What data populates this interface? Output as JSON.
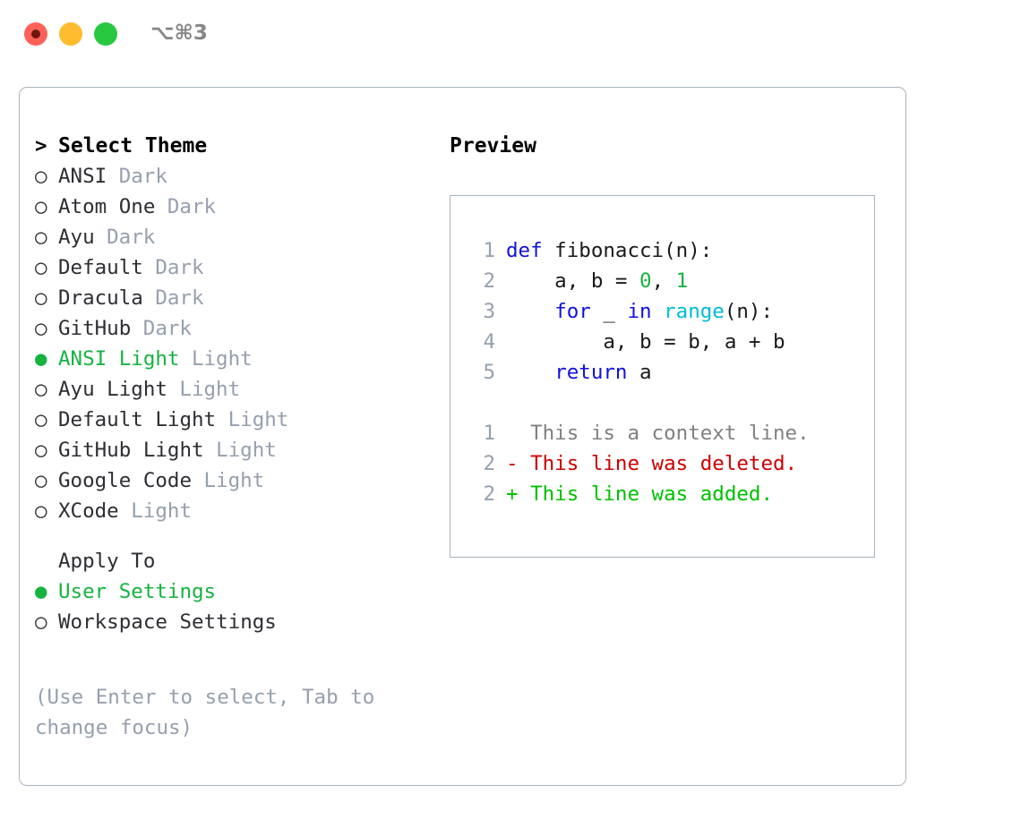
{
  "window": {
    "traffic_lights": [
      "close",
      "minimize",
      "maximize"
    ],
    "shortcut": "⌥⌘3"
  },
  "theme_selector": {
    "header_marker": ">",
    "header_label": "Select Theme",
    "markers": {
      "selected": "●",
      "unselected": "○",
      "none": " "
    },
    "items": [
      {
        "marker": "○",
        "label": "ANSI",
        "badge": "Dark",
        "selected": false
      },
      {
        "marker": "○",
        "label": "Atom One",
        "badge": "Dark",
        "selected": false
      },
      {
        "marker": "○",
        "label": "Ayu",
        "badge": "Dark",
        "selected": false
      },
      {
        "marker": "○",
        "label": "Default",
        "badge": "Dark",
        "selected": false
      },
      {
        "marker": "○",
        "label": "Dracula",
        "badge": "Dark",
        "selected": false
      },
      {
        "marker": "○",
        "label": "GitHub",
        "badge": "Dark",
        "selected": false
      },
      {
        "marker": "●",
        "label": "ANSI Light",
        "badge": "Light",
        "selected": true
      },
      {
        "marker": "○",
        "label": "Ayu Light",
        "badge": "Light",
        "selected": false
      },
      {
        "marker": "○",
        "label": "Default Light",
        "badge": "Light",
        "selected": false
      },
      {
        "marker": "○",
        "label": "GitHub Light",
        "badge": "Light",
        "selected": false
      },
      {
        "marker": "○",
        "label": "Google Code",
        "badge": "Light",
        "selected": false
      },
      {
        "marker": "○",
        "label": "XCode",
        "badge": "Light",
        "selected": false
      }
    ]
  },
  "apply_to": {
    "header_marker": " ",
    "header_label": "Apply To",
    "options": [
      {
        "marker": "●",
        "label": "User Settings",
        "selected": true
      },
      {
        "marker": "○",
        "label": "Workspace Settings",
        "selected": false
      }
    ]
  },
  "hint": "(Use Enter to select, Tab to change focus)",
  "preview": {
    "title": "Preview",
    "code_lines": [
      {
        "number": "1",
        "tokens": [
          {
            "t": "def",
            "c": "kw"
          },
          {
            "t": " fibonacci(n):",
            "c": "plain"
          }
        ]
      },
      {
        "number": "2",
        "tokens": [
          {
            "t": "    a, b = ",
            "c": "plain"
          },
          {
            "t": "0",
            "c": "num"
          },
          {
            "t": ", ",
            "c": "plain"
          },
          {
            "t": "1",
            "c": "num"
          }
        ]
      },
      {
        "number": "3",
        "tokens": [
          {
            "t": "    ",
            "c": "plain"
          },
          {
            "t": "for",
            "c": "kw"
          },
          {
            "t": " _ ",
            "c": "plain"
          },
          {
            "t": "in",
            "c": "kw"
          },
          {
            "t": " ",
            "c": "plain"
          },
          {
            "t": "range",
            "c": "fn"
          },
          {
            "t": "(n):",
            "c": "plain"
          }
        ]
      },
      {
        "number": "4",
        "tokens": [
          {
            "t": "        a, b = b, a + b",
            "c": "plain"
          }
        ]
      },
      {
        "number": "5",
        "tokens": [
          {
            "t": "    ",
            "c": "plain"
          },
          {
            "t": "return",
            "c": "kw"
          },
          {
            "t": " a",
            "c": "plain"
          }
        ]
      }
    ],
    "diff_lines": [
      {
        "number": "1",
        "sign": " ",
        "text": "This is a context line.",
        "kind": "ctx"
      },
      {
        "number": "2",
        "sign": "-",
        "text": "This line was deleted.",
        "kind": "del"
      },
      {
        "number": "2",
        "sign": "+",
        "text": "This line was added.",
        "kind": "add"
      }
    ]
  },
  "colors": {
    "accent_green": "#16b33f",
    "badge_gray": "#95a0ae",
    "border": "#a9b3bf",
    "keyword_blue": "#1111dd",
    "function_cyan": "#00bcd4",
    "number_green": "#16b33f",
    "diff_deleted": "#cc0000",
    "diff_added": "#00c000",
    "diff_context": "#808080",
    "text": "#2d2d33"
  }
}
